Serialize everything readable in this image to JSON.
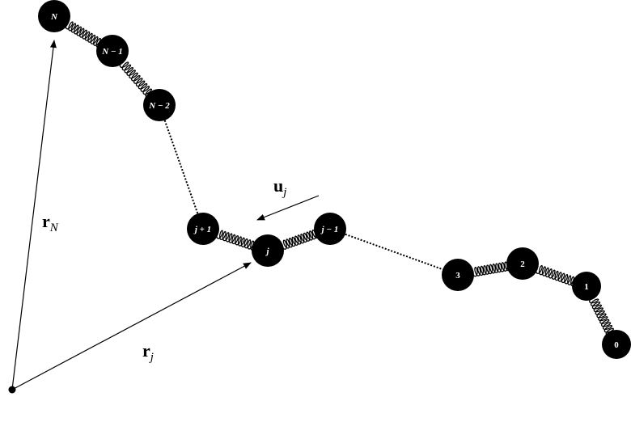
{
  "colors": {
    "bead": "#000000",
    "bead_text": "#ffffff",
    "line": "#000000"
  },
  "beads": [
    {
      "id": "N",
      "label": "N"
    },
    {
      "id": "N-1",
      "label": "N − 1"
    },
    {
      "id": "N-2",
      "label": "N − 2"
    },
    {
      "id": "j+1",
      "label": "j + 1"
    },
    {
      "id": "j",
      "label": "j"
    },
    {
      "id": "j-1",
      "label": "j − 1"
    },
    {
      "id": "3",
      "label": "3"
    },
    {
      "id": "2",
      "label": "2"
    },
    {
      "id": "1",
      "label": "1"
    },
    {
      "id": "0",
      "label": "0"
    }
  ],
  "vectors": {
    "rN": {
      "symbol": "r",
      "subscript": "N"
    },
    "rj": {
      "symbol": "r",
      "subscript": "j"
    },
    "uj": {
      "symbol": "u",
      "subscript": "j"
    }
  }
}
